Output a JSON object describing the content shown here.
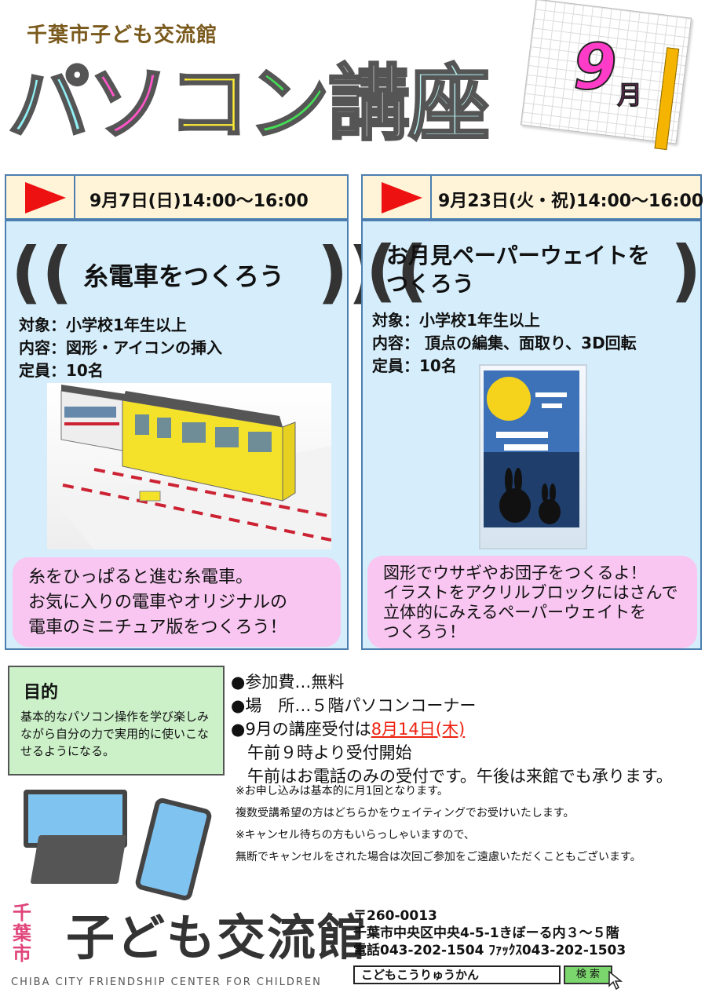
{
  "header": {
    "org": "千葉市子ども交流館",
    "title_chars": [
      "パ",
      "ソ",
      "コ",
      "ン",
      "講",
      "座"
    ],
    "title_colors": [
      "#8ff0f5",
      "#ff55c8",
      "#ffee33",
      "#44dd55",
      "#b8b8b8",
      "#b8f0f0"
    ],
    "month_num": "9",
    "month_unit": "月"
  },
  "sessions": [
    {
      "date": "9月7日(日)14:00～16:00",
      "course": "糸電車をつくろう",
      "target": "対象：小学校1年生以上",
      "content": "内容：図形・アイコンの挿入",
      "capacity": "定員：10名",
      "desc": [
        "糸をひっぱると進む糸電車。",
        "お気に入りの電車やオリジナルの",
        "電車のミニチュア版をつくろう！"
      ]
    },
    {
      "date": "9月23日(火・祝)14:00～16:00",
      "course": "お月見ペーパーウェイトを つくろう",
      "target": "対象：小学校1年生以上",
      "content": "内容： 頂点の編集、面取り、3D回転",
      "capacity": "定員：10名",
      "desc": [
        "図形でウサギやお団子をつくるよ！",
        "イラストをアクリルブロックにはさんで",
        "立体的にみえるペーパーウェイトを",
        "つくろう！"
      ]
    }
  ],
  "purpose": {
    "title": "目的",
    "text": "基本的なパソコン操作を学び楽しみながら自分の力で実用的に使いこなせるようになる。"
  },
  "fees": {
    "line1": "●参加費…無料",
    "line2": "●場　所…５階パソコンコーナー",
    "line3_prefix": "●9月の講座受付は",
    "line3_date": "8月14日(木)",
    "line4": "　午前９時より受付開始",
    "line5": "　午前はお電話のみの受付です。午後は来館でも承ります。"
  },
  "notes": [
    "※お申し込みは基本的に月1回となります。",
    "複数受講希望の方はどちらかをウェイティングでお受けいたします。",
    "※キャンセル待ちの方もいらっしゃいますので、",
    "無断でキャンセルをされた場合は次回ご参加をご遠慮いただくこともございます。"
  ],
  "footer": {
    "logo_side": "千葉市",
    "logo_main": "子ども交流館",
    "logo_en": "CHIBA CITY FRIENDSHIP CENTER FOR CHILDREN",
    "postal": "〒260-0013",
    "address": "千葉市中央区中央4-5-1きぼーる内３～５階",
    "phone": "電話043-202-1504 ﾌｧｯｸｽ043-202-1503",
    "search_query": "こどもこうりゅうかん",
    "search_button": "検 索"
  }
}
